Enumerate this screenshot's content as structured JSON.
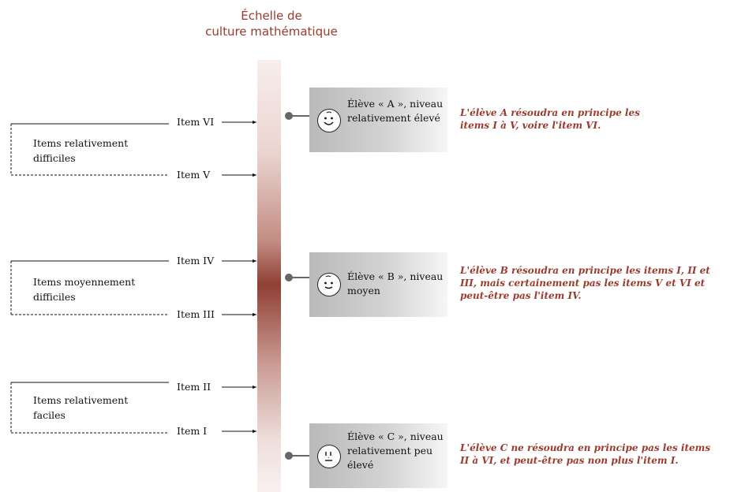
{
  "title": {
    "line1": "Échelle de",
    "line2": "culture mathématique"
  },
  "items": [
    {
      "label": "Item VI"
    },
    {
      "label": "Item V"
    },
    {
      "label": "Item IV"
    },
    {
      "label": "Item III"
    },
    {
      "label": "Item II"
    },
    {
      "label": "Item I"
    }
  ],
  "groups": [
    {
      "label": "Items relativement difficiles"
    },
    {
      "label": "Items moyennement difficiles"
    },
    {
      "label": "Items relativement faciles"
    }
  ],
  "students": [
    {
      "label": "Élève « A », niveau relativement élevé",
      "face": "happy-face-icon",
      "description": "L'élève A résoudra en principe les items I à V, voire l'item VI."
    },
    {
      "label": "Élève « B », niveau moyen",
      "face": "neutral-smile-face-icon",
      "description": "L'élève B résoudra en principe les items I, II et III, mais certainement pas les items V et VI et peut-être pas l'item IV."
    },
    {
      "label": "Élève « C », niveau relativement peu élevé",
      "face": "worried-face-icon",
      "description": "L'élève C ne résoudra en principe pas les items II à VI, et peut-être pas non plus l'item I."
    }
  ],
  "colors": {
    "accent": "#9a3b2e",
    "scale_dark": "#8f3f34",
    "box_grey": "#c4c4c4"
  }
}
